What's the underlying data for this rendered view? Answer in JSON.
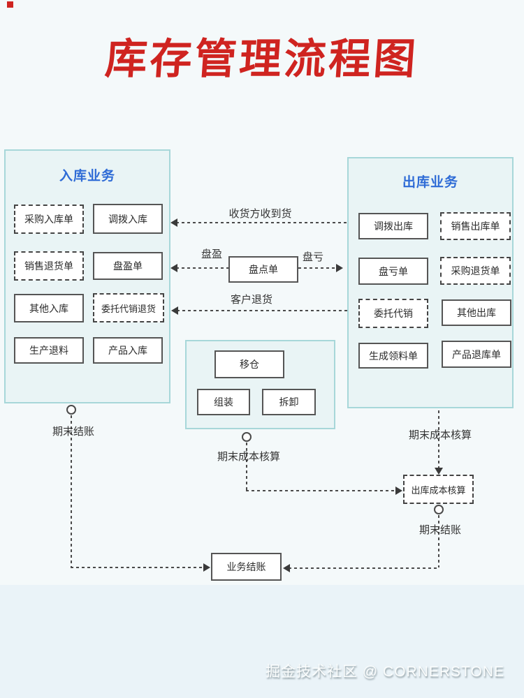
{
  "page": {
    "title": "库存管理流程图",
    "footer": "掘金技术社区 @ CORNERSTONE"
  },
  "colors": {
    "title_red": "#cf2420",
    "heading_blue": "#2e6bd6",
    "container_border": "#a7d7d9",
    "container_bg": "#e9f4f5",
    "line_color": "#4a4a4a"
  },
  "inbound": {
    "title": "入库业务",
    "items": [
      {
        "label": "采购入库单",
        "style": "dashed"
      },
      {
        "label": "调拨入库",
        "style": "solid"
      },
      {
        "label": "销售退货单",
        "style": "dashed"
      },
      {
        "label": "盘盈单",
        "style": "solid"
      },
      {
        "label": "其他入库",
        "style": "solid"
      },
      {
        "label": "委托代销退货",
        "style": "dashed"
      },
      {
        "label": "生产退料",
        "style": "solid"
      },
      {
        "label": "产品入库",
        "style": "solid"
      }
    ]
  },
  "outbound": {
    "title": "出库业务",
    "items": [
      {
        "label": "调拨出库",
        "style": "solid"
      },
      {
        "label": "销售出库单",
        "style": "dashed"
      },
      {
        "label": "盘亏单",
        "style": "solid"
      },
      {
        "label": "采购退货单",
        "style": "dashed"
      },
      {
        "label": "委托代销",
        "style": "dashed"
      },
      {
        "label": "其他出库",
        "style": "solid"
      },
      {
        "label": "生成领料单",
        "style": "solid"
      },
      {
        "label": "产品退库单",
        "style": "solid"
      }
    ]
  },
  "transfer": {
    "items": [
      {
        "label": "移仓"
      },
      {
        "label": "组装"
      },
      {
        "label": "拆卸"
      }
    ]
  },
  "center_nodes": {
    "inventory_check": "盘点单",
    "outbound_cost": "出库成本核算",
    "business_closing": "业务结账"
  },
  "flow_labels": {
    "receiver_received": "收货方收到货",
    "inventory_surplus": "盘盈",
    "inventory_deficit": "盘亏",
    "customer_return": "客户退货",
    "period_end_closing_left": "期末结账",
    "period_end_cost_mid": "期末成本核算",
    "period_end_cost_right": "期末成本核算",
    "period_end_closing_right": "期末结账"
  }
}
